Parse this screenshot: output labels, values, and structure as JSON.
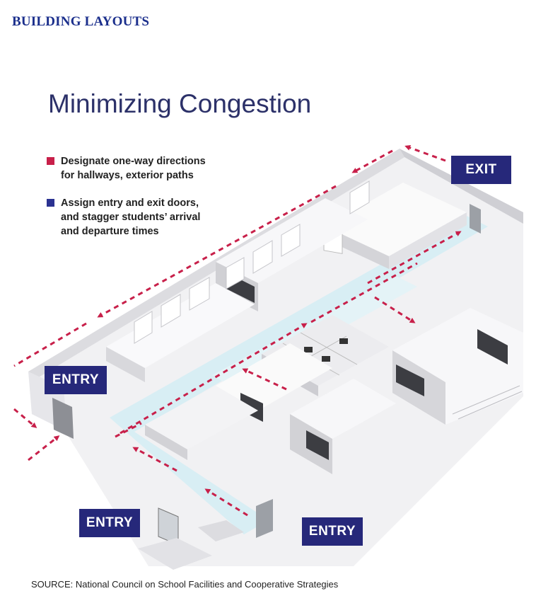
{
  "header": {
    "section": "BUILDING LAYOUTS"
  },
  "diagram": {
    "title": "Minimizing Congestion",
    "legend": [
      {
        "color": "#c8204a",
        "text": "Designate one-way directions\nfor hallways, exterior paths"
      },
      {
        "color": "#2b3291",
        "text": "Assign entry and exit doors,\nand stagger students’ arrival\nand departure times"
      }
    ],
    "labels": {
      "exit": "EXIT",
      "entry_left": "ENTRY",
      "entry_bottom_left": "ENTRY",
      "entry_bottom_right": "ENTRY"
    },
    "colors": {
      "arrow": "#c8204a",
      "label_bg": "#26287a",
      "hallway": "#d8eef4"
    }
  },
  "source": "SOURCE: National Council on School Facilities and Cooperative Strategies"
}
